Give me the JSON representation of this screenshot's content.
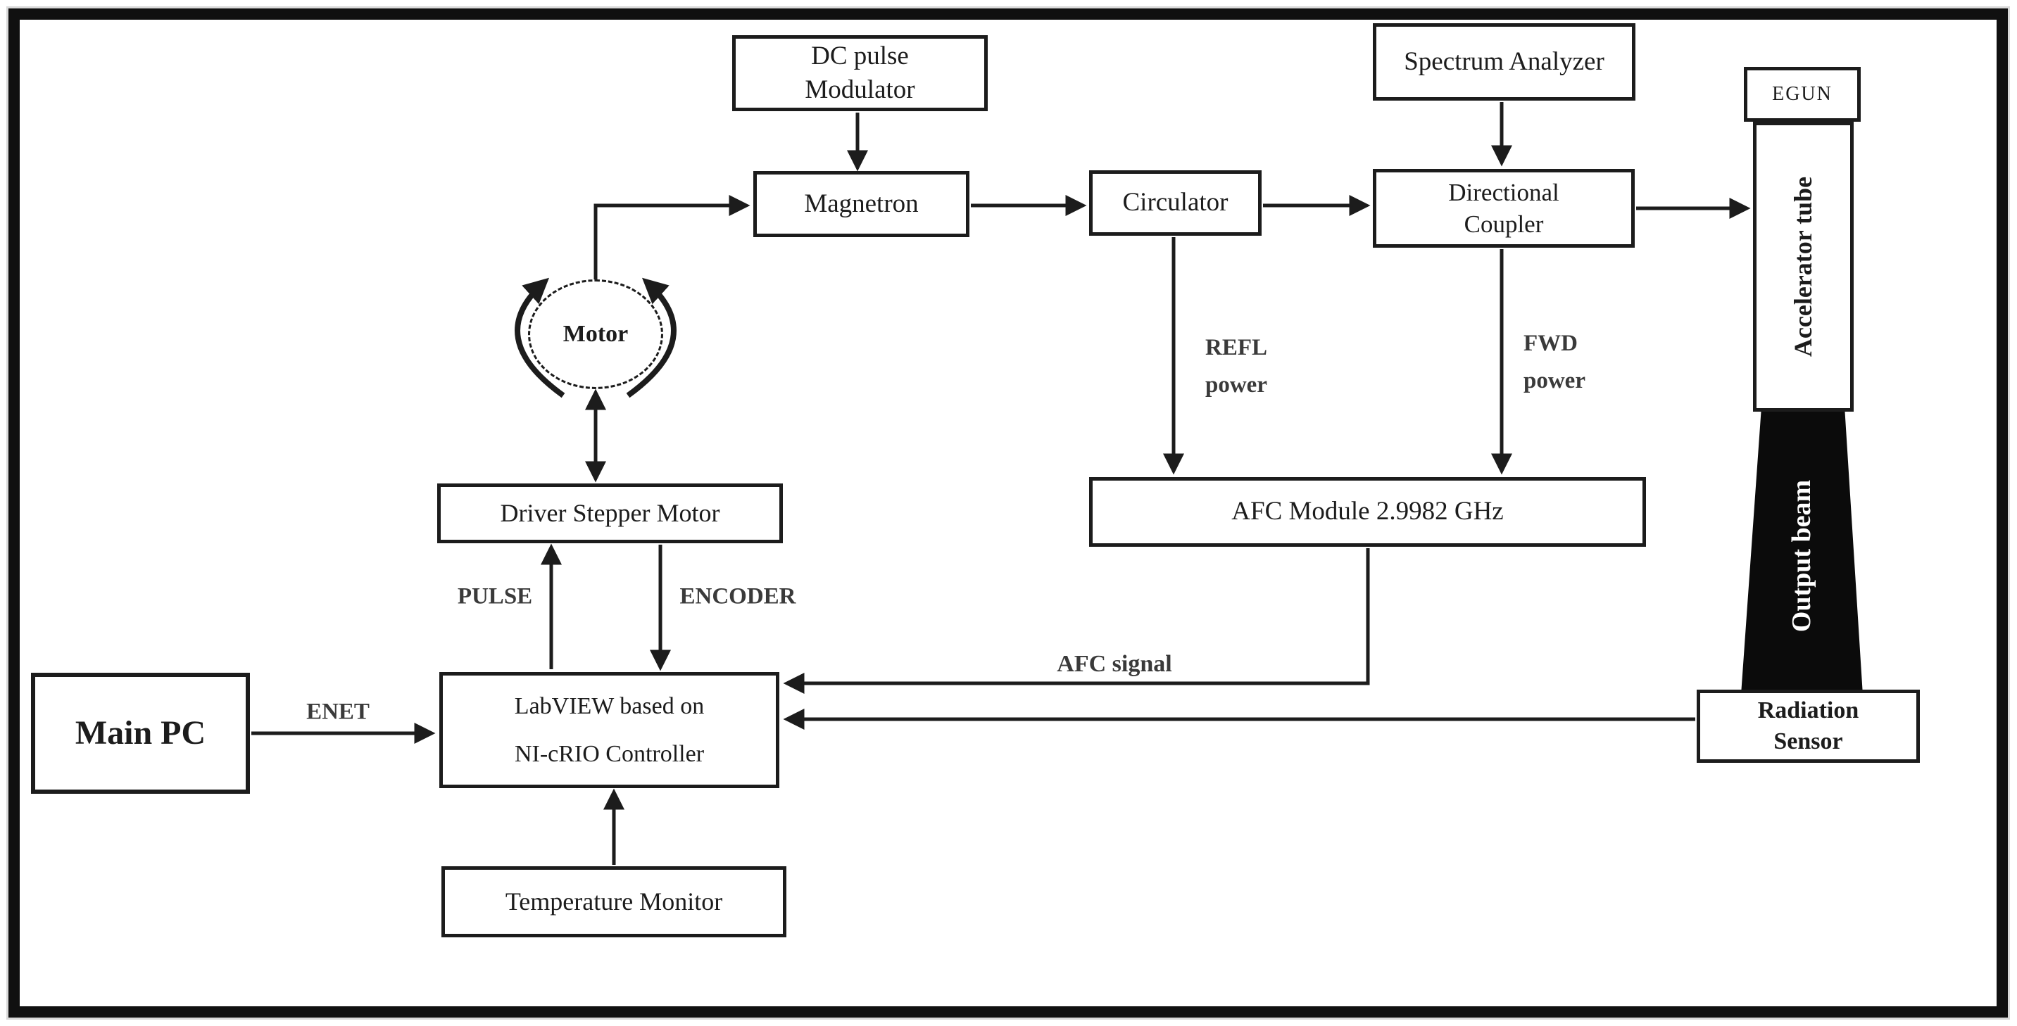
{
  "diagram": {
    "nodes": {
      "dc_pulse_modulator": "DC pulse\nModulator",
      "spectrum_analyzer": "Spectrum Analyzer",
      "egun": "EGUN",
      "accelerator_tube": "Accelerator tube",
      "magnetron": "Magnetron",
      "circulator": "Circulator",
      "directional_coupler": "Directional\nCoupler",
      "motor": "Motor",
      "driver_stepper_motor": "Driver Stepper Motor",
      "main_pc": "Main PC",
      "controller": "LabVIEW based on\nNI-cRIO Controller",
      "afc_module": "AFC Module 2.9982 GHz",
      "radiation_sensor": "Radiation\nSensor",
      "temperature_monitor": "Temperature Monitor",
      "output_beam": "Output beam"
    },
    "edge_labels": {
      "enet": "ENET",
      "pulse": "PULSE",
      "encoder": "ENCODER",
      "refl_power": "REFL\npower",
      "fwd_power": "FWD\npower",
      "afc_signal": "AFC signal"
    },
    "colors": {
      "ink": "#1c1c1c",
      "box_fill": "#ffffff",
      "beam_fill": "#0b0b0b",
      "label_gray": "#3a3a3a"
    }
  }
}
